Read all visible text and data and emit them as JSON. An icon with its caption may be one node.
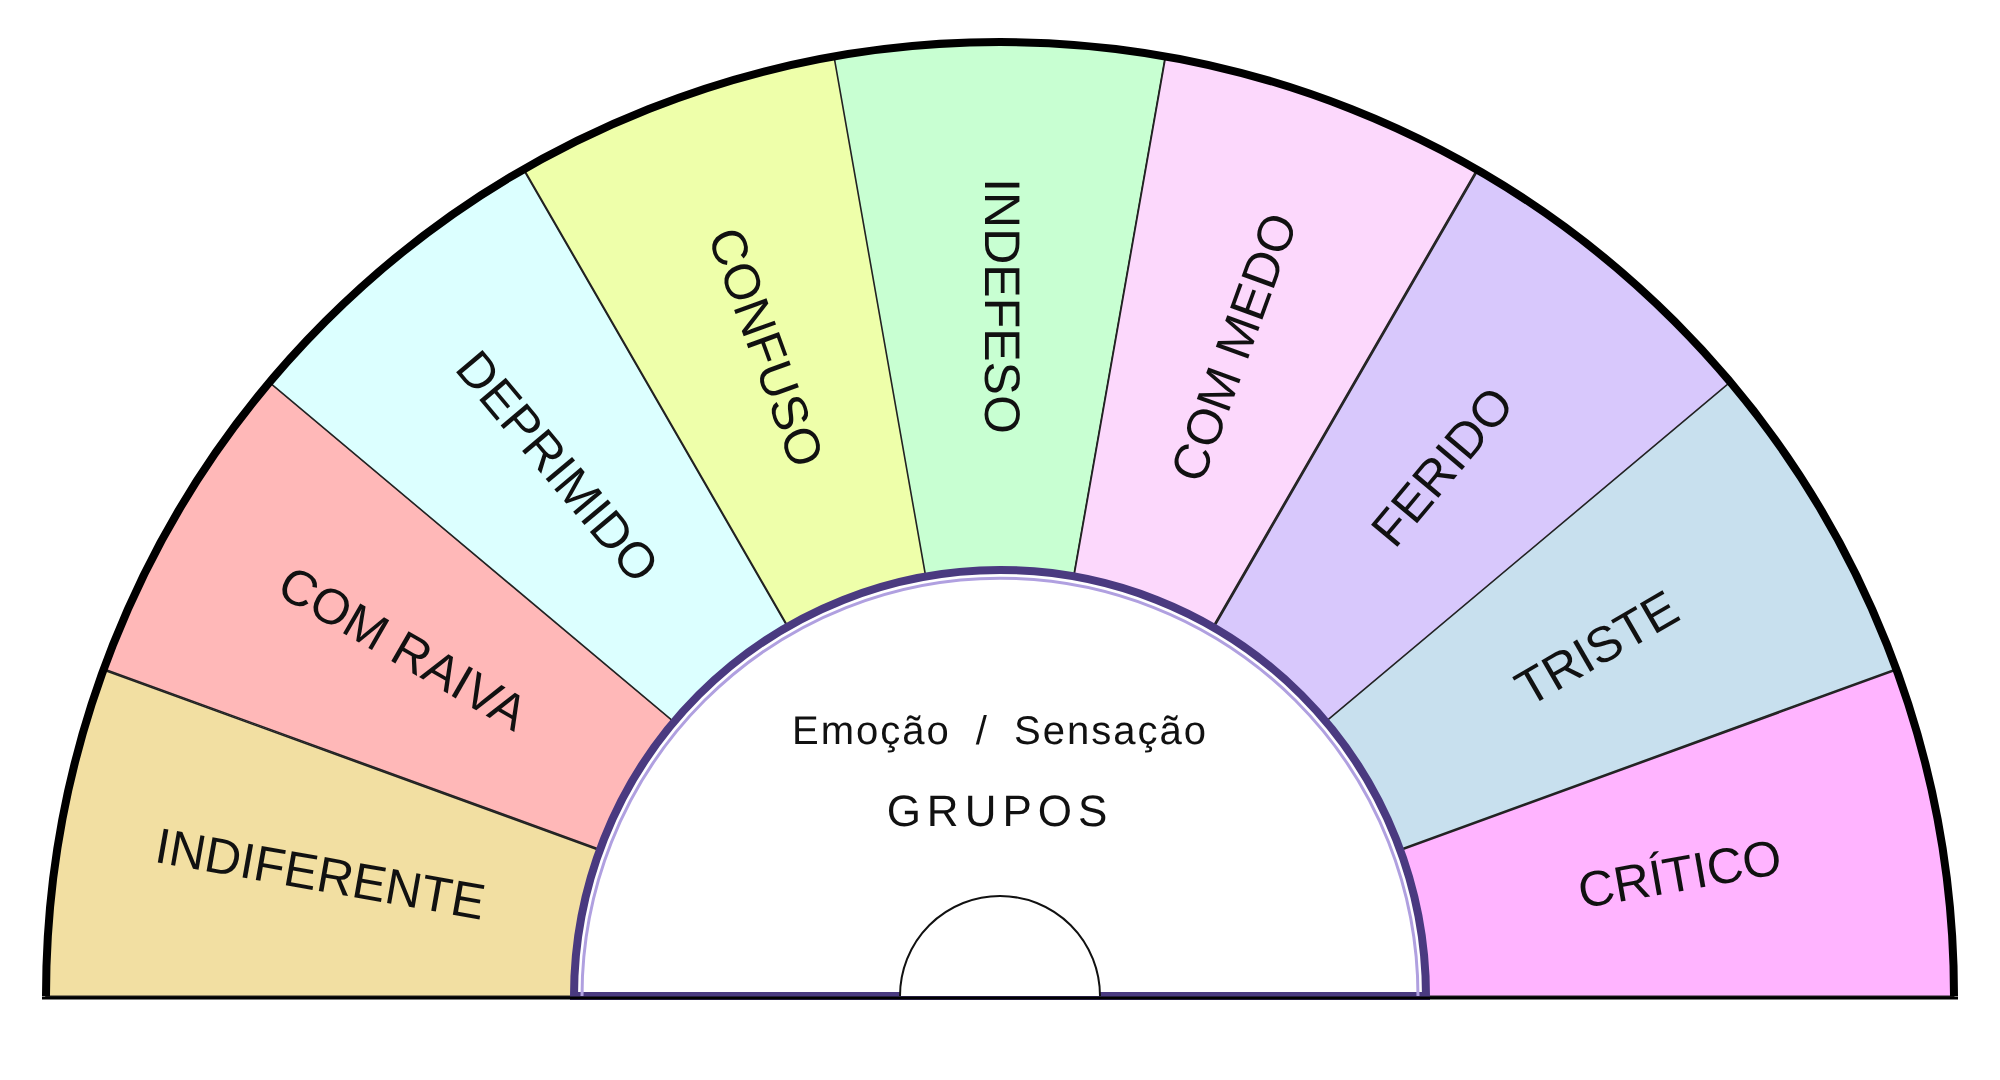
{
  "diagram": {
    "nodes": [
      {
        "text": [
          "INDIFERENTE"
        ]
      },
      {
        "text": [
          "COM RAIVA"
        ]
      },
      {
        "text": [
          "DEPRIMIDO"
        ]
      },
      {
        "text": [
          "CONFUSO"
        ]
      },
      {
        "text": [
          "INDEFESO"
        ]
      },
      {
        "text": [
          "COM MEDO"
        ]
      },
      {
        "text": [
          "FERIDO"
        ]
      },
      {
        "text": [
          "TRISTE"
        ]
      },
      {
        "text": [
          "CRÍTICO"
        ]
      },
      {
        "text": [
          "Emoção / Sensação",
          "GRUPOS"
        ]
      },
      {
        "text": [],
        "shape": "circle",
        "in": 9
      }
    ]
  }
}
